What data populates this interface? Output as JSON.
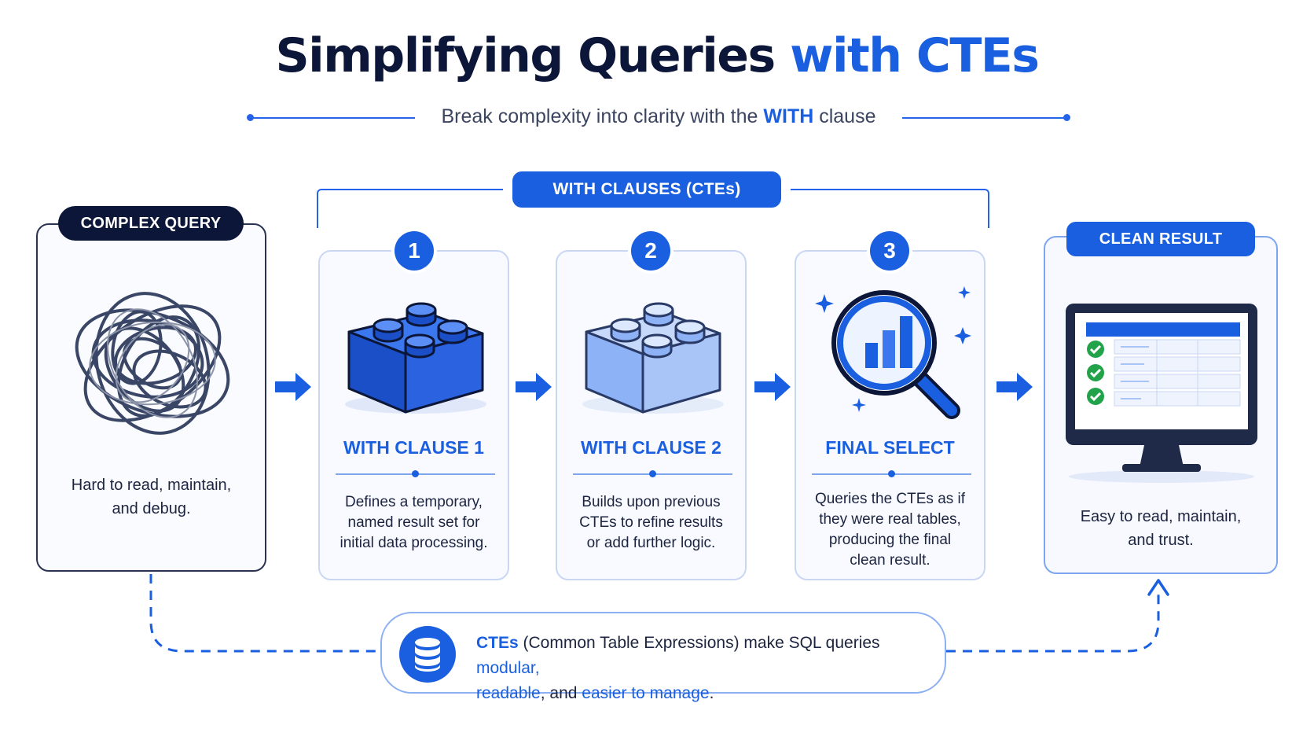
{
  "title": {
    "main": "Simplifying Queries",
    "accent": "with CTEs"
  },
  "subtitle": {
    "before": "Break complexity into clarity with the",
    "highlight": "WITH",
    "after": "clause"
  },
  "group_label": "WITH CLAUSES (CTEs)",
  "complex": {
    "label": "COMPLEX QUERY",
    "text_line1": "Hard to read, maintain,",
    "text_line2": "and debug."
  },
  "steps": [
    {
      "number": "1",
      "title": "WITH CLAUSE 1",
      "lines": [
        "Defines a temporary,",
        "named result set for",
        "initial data processing."
      ]
    },
    {
      "number": "2",
      "title": "WITH CLAUSE 2",
      "lines": [
        "Builds upon previous",
        "CTEs to refine results",
        "or add further logic."
      ]
    },
    {
      "number": "3",
      "title": "FINAL SELECT",
      "lines": [
        "Queries the CTEs as if",
        "they were real tables,",
        "producing the final",
        "clean result."
      ]
    }
  ],
  "result": {
    "label": "CLEAN RESULT",
    "text_line1": "Easy to read, maintain,",
    "text_line2": "and trust."
  },
  "note": {
    "part1": "CTEs",
    "part2": " (Common Table Expressions) make SQL queries ",
    "part3": "modular,",
    "part4": "readable",
    "part5": ", and ",
    "part6": "easier to manage",
    "part7": "."
  },
  "colors": {
    "accent": "#1a5fe0",
    "dark": "#0c1638",
    "success": "#22a34a"
  },
  "icons": [
    "tangle-icon",
    "lego-block-icon",
    "lego-block-light-icon",
    "magnifier-chart-icon",
    "monitor-table-icon",
    "database-icon",
    "arrow-right-icon",
    "checkmark-icon"
  ]
}
